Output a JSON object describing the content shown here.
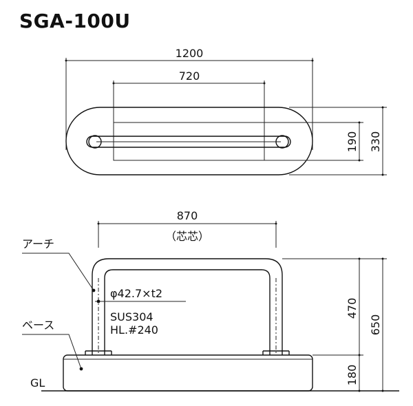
{
  "title": "SGA-100U",
  "top_view": {
    "overall_width": "1200",
    "arch_width": "720",
    "inner_depth": "190",
    "overall_depth": "330"
  },
  "front_view": {
    "center_span": "870",
    "center_note": "（芯芯）",
    "arch_height": "470",
    "total_height": "650",
    "base_height": "180",
    "label_arch": "アーチ",
    "label_base": "ベース",
    "label_ground": "GL",
    "spec_pipe": "φ42.7×t2",
    "spec_material": "SUS304",
    "spec_finish": "HL.#240"
  }
}
